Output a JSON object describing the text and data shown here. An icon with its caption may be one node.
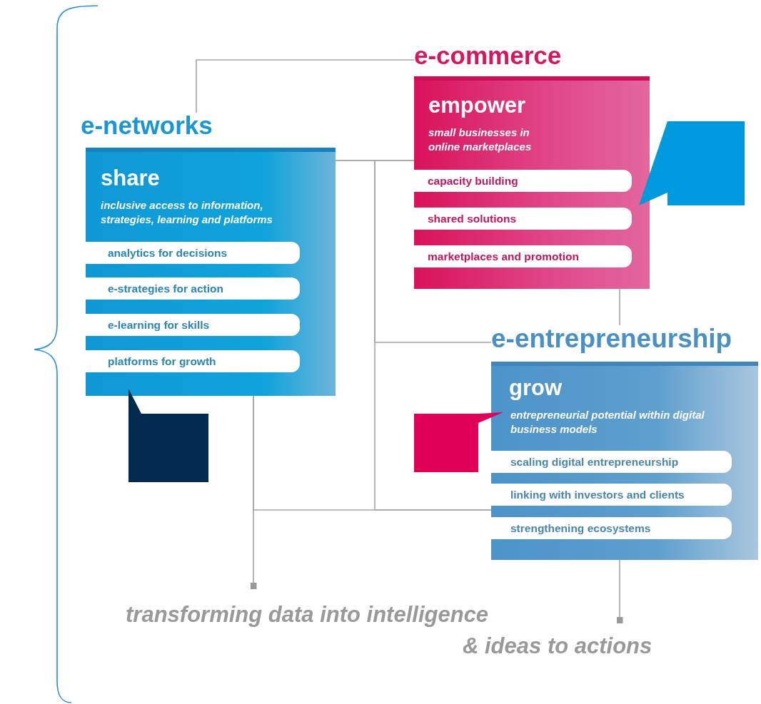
{
  "diagram": {
    "nodes": [
      {
        "text": [
          "e-networks",
          "share",
          "inclusive access to information, strategies, learning and platforms"
        ]
      },
      {
        "text": [
          "analytics for decisions"
        ],
        "in": 0
      },
      {
        "text": [
          "e-strategies for action"
        ],
        "in": 0
      },
      {
        "text": [
          "e-learning for skills"
        ],
        "in": 0
      },
      {
        "text": [
          "platforms for growth"
        ],
        "in": 0
      },
      {
        "text": [
          "e-commerce",
          "empower",
          "small businesses in online marketplaces"
        ]
      },
      {
        "text": [
          "capacity building"
        ],
        "in": 5
      },
      {
        "text": [
          "shared solutions"
        ],
        "in": 5
      },
      {
        "text": [
          "marketplaces and promotion"
        ],
        "in": 5
      },
      {
        "text": [
          "e-entrepreneurship",
          "grow",
          "entrepreneurial potential within digital business models"
        ]
      },
      {
        "text": [
          "scaling digital entrepreneurship"
        ],
        "in": 9
      },
      {
        "text": [
          "linking with investors and clients"
        ],
        "in": 9
      },
      {
        "text": [
          "strengthening ecosystems"
        ],
        "in": 9
      },
      {
        "text": [
          "transforming data into intelligence"
        ]
      },
      {
        "text": [
          "& ideas to actions"
        ]
      },
      {
        "text": [],
        "shape": "bubble"
      },
      {
        "text": [],
        "shape": "bubble"
      },
      {
        "text": [],
        "shape": "bubble"
      }
    ],
    "edges": [
      {
        "from": 0,
        "to": 5,
        "arrow": "none"
      },
      {
        "from": 0,
        "to": 5,
        "arrow": "none"
      },
      {
        "from": 0,
        "to": 9,
        "arrow": "none"
      },
      {
        "from": 5,
        "to": 9,
        "arrow": "none"
      },
      {
        "from": 5,
        "to": 9,
        "arrow": "none"
      },
      {
        "from": 0,
        "to": 13,
        "arrow": "other"
      },
      {
        "from": 9,
        "to": 14,
        "arrow": "other"
      },
      {
        "from": 0,
        "to": 9,
        "arrow": "none"
      }
    ]
  }
}
